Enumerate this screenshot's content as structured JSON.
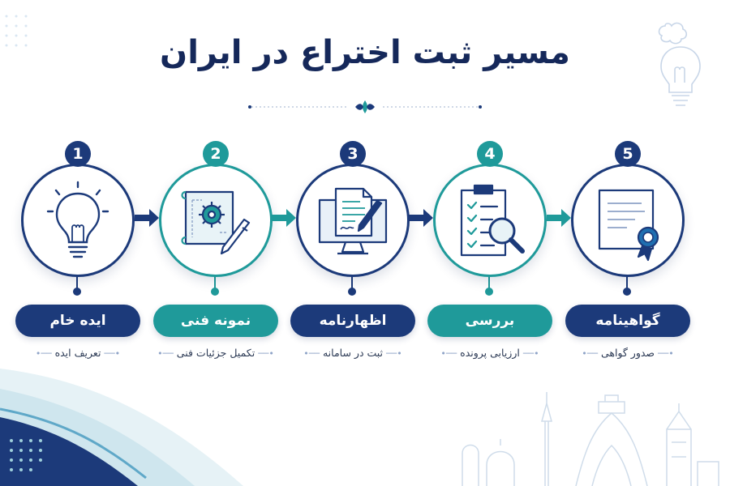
{
  "title": "مسیر ثبت اختراع در ایران",
  "colors": {
    "navy": "#1c3a7a",
    "teal": "#1f9a9a",
    "light": "#8ea3c7"
  },
  "steps": [
    {
      "number": "1",
      "title": "ایده خام",
      "subtitle": "تعریف ایده",
      "color": "navy",
      "icon": "lightbulb-icon"
    },
    {
      "number": "2",
      "title": "نمونه فنی",
      "subtitle": "تکمیل جزئیات فنی",
      "color": "teal",
      "icon": "blueprint-gear-icon"
    },
    {
      "number": "3",
      "title": "اظهارنامه",
      "subtitle": "ثبت در سامانه",
      "color": "navy",
      "icon": "monitor-document-icon"
    },
    {
      "number": "4",
      "title": "بررسی",
      "subtitle": "ارزیابی پرونده",
      "color": "teal",
      "icon": "clipboard-magnifier-icon"
    },
    {
      "number": "5",
      "title": "گواهینامه",
      "subtitle": "صدور گواهی",
      "color": "navy",
      "icon": "certificate-icon"
    }
  ]
}
